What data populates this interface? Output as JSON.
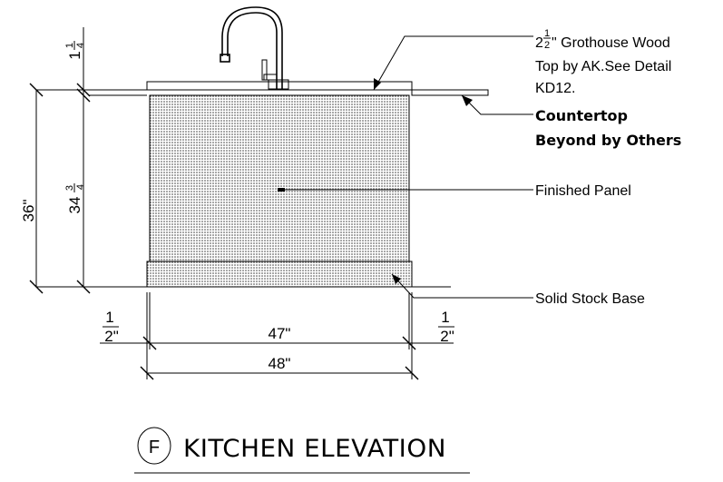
{
  "drawing": {
    "notes": {
      "top_whole": "2",
      "top_num": "1",
      "top_den": "2",
      "top_rest": "\" Grothouse Wood",
      "top_line2": "Top by AK.See Detail",
      "top_line3": "KD12.",
      "countertop_line1": "Countertop",
      "countertop_line2": "Beyond by Others",
      "finished_panel": "Finished Panel",
      "solid_stock_base": "Solid Stock Base"
    },
    "dimensions": {
      "top_thickness_whole": "1",
      "top_thickness_num": "1",
      "top_thickness_den": "4",
      "overall_height": "36\"",
      "cabinet_height_whole": "34",
      "cabinet_height_num": "3",
      "cabinet_height_den": "4",
      "left_reveal_num": "1",
      "left_reveal_den": "2\"",
      "right_reveal_num": "1",
      "right_reveal_den": "2\"",
      "cabinet_width": "47\"",
      "overall_width": "48\""
    },
    "title": {
      "marker": "F",
      "label": "KITCHEN ELEVATION"
    }
  }
}
